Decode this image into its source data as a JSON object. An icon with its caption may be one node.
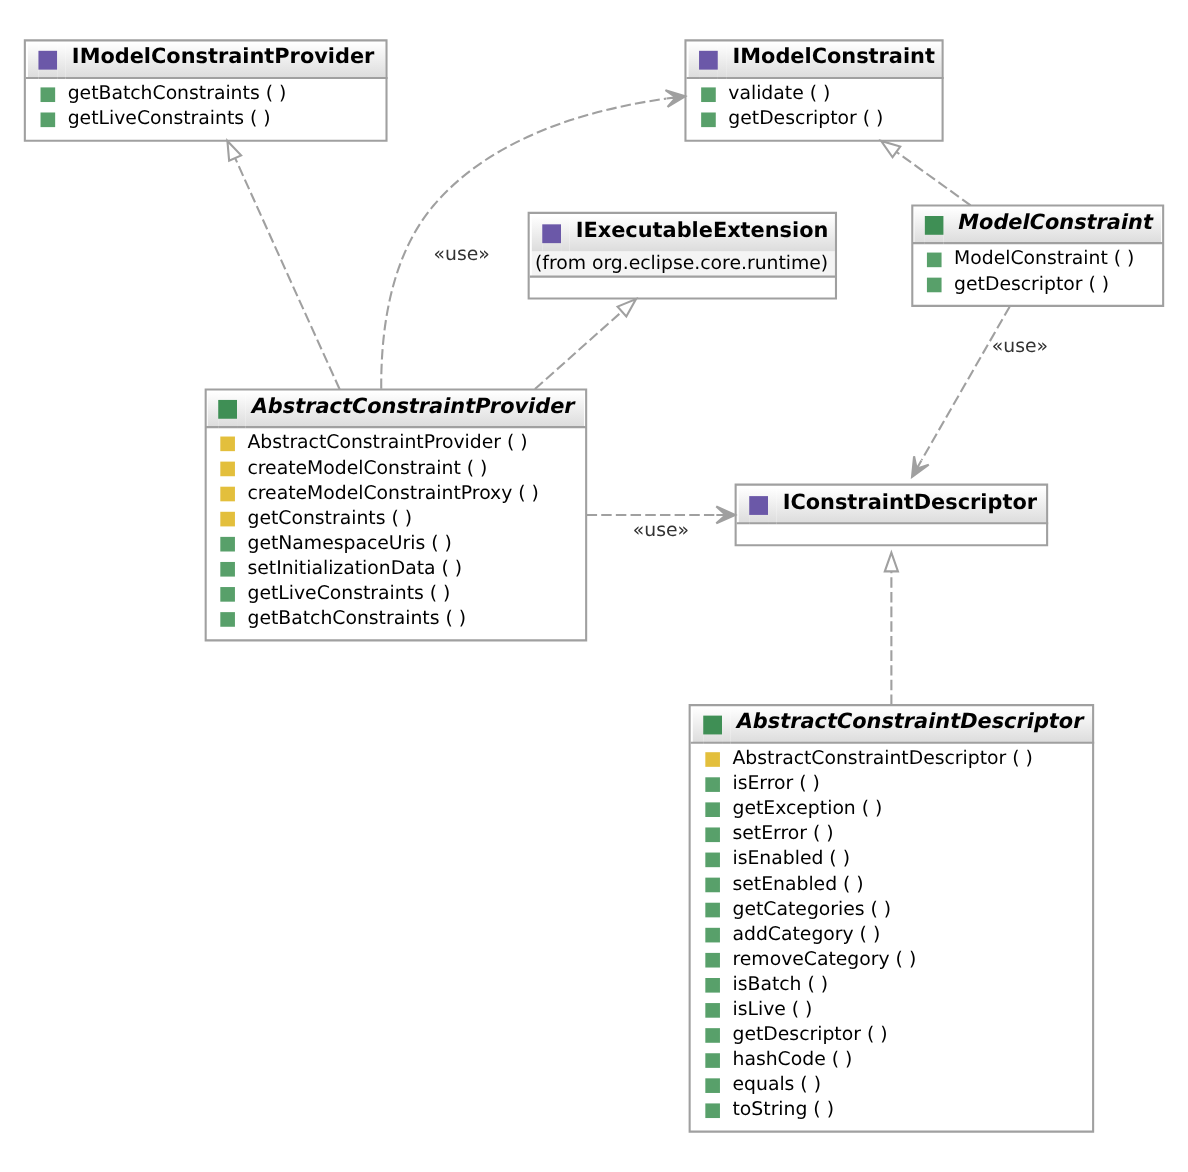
{
  "diagram": {
    "nodes": [
      {
        "text": [
          "IModelConstraintProvider",
          "getBatchConstraints ( )",
          "getLiveConstraints ( )"
        ]
      },
      {
        "text": [
          "IModelConstraint",
          "validate ( )",
          "getDescriptor ( )"
        ]
      },
      {
        "text": [
          "IExecutableExtension",
          "(from org.eclipse.core.runtime)"
        ]
      },
      {
        "text": [
          "ModelConstraint",
          "ModelConstraint ( )",
          "getDescriptor ( )"
        ]
      },
      {
        "text": [
          "AbstractConstraintProvider",
          "AbstractConstraintProvider ( )",
          "createModelConstraint ( )",
          "createModelConstraintProxy ( )",
          "getConstraints ( )",
          "getNamespaceUris ( )",
          "setInitializationData ( )",
          "getLiveConstraints ( )",
          "getBatchConstraints ( )"
        ]
      },
      {
        "text": [
          "IConstraintDescriptor"
        ]
      },
      {
        "text": [
          "AbstractConstraintDescriptor",
          "AbstractConstraintDescriptor ( )",
          "isError ( )",
          "getException ( )",
          "setError ( )",
          "isEnabled ( )",
          "setEnabled ( )",
          "getCategories ( )",
          "addCategory ( )",
          "removeCategory ( )",
          "isBatch ( )",
          "isLive ( )",
          "getDescriptor ( )",
          "hashCode ( )",
          "equals ( )",
          "toString ( )"
        ]
      }
    ],
    "edges": [
      {
        "from": 4,
        "to": 0,
        "arrow": "to",
        "style": "dashed"
      },
      {
        "from": 4,
        "to": 2,
        "arrow": "to",
        "style": "dashed"
      },
      {
        "from": 4,
        "to": 1,
        "arrow": "to",
        "style": "dashed",
        "label": "«use»"
      },
      {
        "from": 3,
        "to": 1,
        "arrow": "to",
        "style": "dashed"
      },
      {
        "from": 3,
        "to": 5,
        "arrow": "to",
        "style": "dashed",
        "label": "«use»"
      },
      {
        "from": 4,
        "to": 5,
        "arrow": "to",
        "style": "dashed",
        "label": "«use»"
      },
      {
        "from": 6,
        "to": 5,
        "arrow": "to",
        "style": "dashed"
      }
    ]
  }
}
